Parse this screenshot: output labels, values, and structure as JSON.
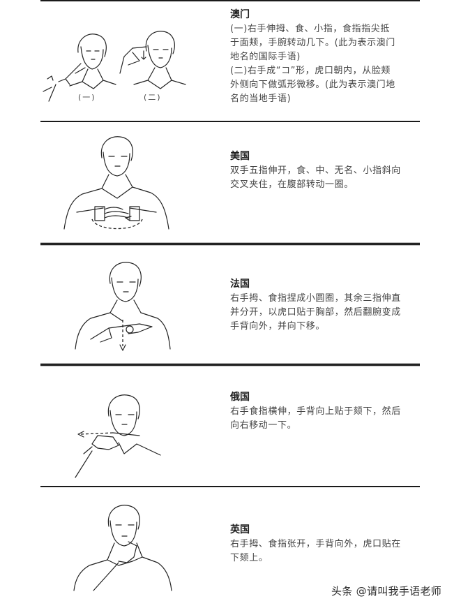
{
  "entries": [
    {
      "title": "澳门",
      "lines": [
        "(一)右手伸拇、食、小指，食指指尖抵",
        "于面颊，手腕转动几下。(此为表示澳门",
        "地名的国际手语)",
        "(二)右手成“コ”形，虎口朝内，从脸颊",
        "外侧向下做弧形微移。(此为表示澳门地",
        "名的当地手语)"
      ],
      "captions": [
        "(一)",
        "(二)"
      ]
    },
    {
      "title": "美国",
      "lines": [
        "双手五指伸开，食、中、无名、小指斜向",
        "交叉夹住，在腹部转动一圈。"
      ]
    },
    {
      "title": "法国",
      "lines": [
        "右手拇、食指捏成小圆圈，其余三指伸直",
        "并分开，以虎口贴于胸部，然后翻腕变成",
        "手背向外，并向下移。"
      ]
    },
    {
      "title": "俄国",
      "lines": [
        "右手食指横伸，手背向上贴于颏下，然后",
        "向右移动一下。"
      ]
    },
    {
      "title": "英国",
      "lines": [
        "右手拇、食指张开，手背向外，虎口贴在",
        "下颏上。"
      ]
    }
  ],
  "watermark": "头条 @请叫我手语老师",
  "colors": {
    "rule": "#1a1a1a",
    "text": "#444444",
    "title": "#1e1e1e",
    "background": "#ffffff"
  }
}
